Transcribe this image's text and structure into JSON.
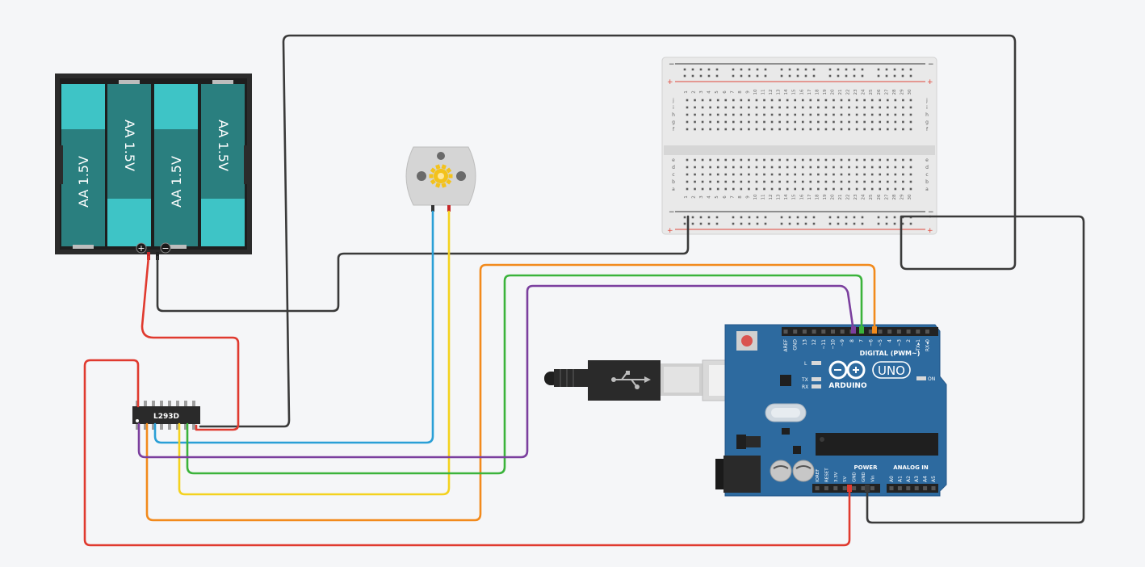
{
  "battery": {
    "cells": [
      "AA 1.5V",
      "AA 1.5V",
      "AA 1.5V",
      "AA 1.5V"
    ],
    "plus": "+",
    "minus": "−"
  },
  "chip": {
    "label": "L293D"
  },
  "breadboard": {
    "rail_plus": "+",
    "rail_minus": "−",
    "row_letters_top": [
      "j",
      "i",
      "h",
      "g",
      "f"
    ],
    "row_letters_bottom": [
      "e",
      "d",
      "c",
      "b",
      "a"
    ],
    "column_numbers": [
      "1",
      "2",
      "3",
      "4",
      "5",
      "6",
      "7",
      "8",
      "9",
      "10",
      "11",
      "12",
      "13",
      "14",
      "15",
      "16",
      "17",
      "18",
      "19",
      "20",
      "21",
      "22",
      "23",
      "24",
      "25",
      "26",
      "27",
      "28",
      "29",
      "30"
    ]
  },
  "arduino": {
    "brand": "ARDUINO",
    "model": "UNO",
    "digital_label": "DIGITAL (PWM~)",
    "digital_pins": [
      "AREF",
      "GND",
      "13",
      "12",
      "~11",
      "~10",
      "~9",
      "8",
      "7",
      "~6",
      "~5",
      "4",
      "~3",
      "2",
      "TX▸1",
      "RX◂0"
    ],
    "power_label": "POWER",
    "power_pins": [
      "IOREF",
      "RESET",
      "3.3V",
      "5V",
      "GND",
      "GND",
      "Vin"
    ],
    "analog_label": "ANALOG IN",
    "analog_pins": [
      "A0",
      "A1",
      "A2",
      "A3",
      "A4",
      "A5"
    ],
    "led_l": "L",
    "led_tx": "TX",
    "led_rx": "RX",
    "on_label": "ON"
  },
  "colors": {
    "background": "#f5f6f8",
    "battery_cell": "#3ec4c6",
    "battery_cell_dark": "#2a7f7f",
    "arduino_board": "#2d6a9f",
    "wire_red": "#e03a2f",
    "wire_black": "#3a3a3a",
    "wire_blue": "#2a9fd6",
    "wire_yellow": "#f4d21f",
    "wire_orange": "#f28a1c",
    "wire_green": "#3bb33b",
    "wire_purple": "#7b3f9e"
  }
}
